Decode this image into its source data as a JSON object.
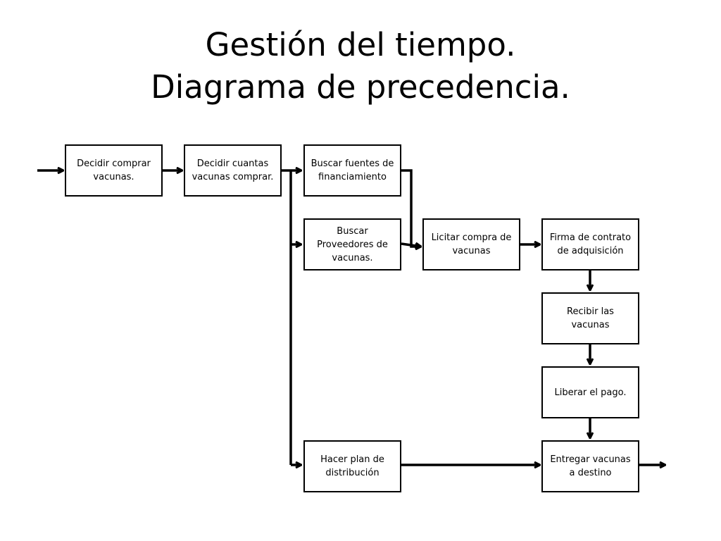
{
  "title": {
    "line1": "Gestión del tiempo.",
    "line2": "Diagrama de precedencia."
  },
  "activities": [
    {
      "id": "decidir-comprar",
      "label": "Decidir comprar vacunas."
    },
    {
      "id": "decidir-cuantas",
      "label": "Decidir cuantas vacunas comprar."
    },
    {
      "id": "buscar-fuentes",
      "label": "Buscar fuentes de financiamiento"
    },
    {
      "id": "buscar-proveedores",
      "label": "Buscar Proveedores de vacunas."
    },
    {
      "id": "licitar-compra",
      "label": "Licitar compra de vacunas"
    },
    {
      "id": "firma-contrato",
      "label": "Firma de contrato de adquisición"
    },
    {
      "id": "recibir-vacunas",
      "label": "Recibir las vacunas"
    },
    {
      "id": "liberar-pago",
      "label": "Liberar el pago."
    },
    {
      "id": "hacer-plan",
      "label": "Hacer plan de distribución"
    },
    {
      "id": "entregar-vacunas",
      "label": "Entregar vacunas a destino"
    }
  ],
  "connections": [
    {
      "from": "start",
      "to": "decidir-comprar"
    },
    {
      "from": "decidir-comprar",
      "to": "decidir-cuantas"
    },
    {
      "from": "decidir-cuantas",
      "to": "buscar-fuentes"
    },
    {
      "from": "decidir-cuantas",
      "to": "buscar-proveedores"
    },
    {
      "from": "decidir-cuantas",
      "to": "hacer-plan"
    },
    {
      "from": "buscar-fuentes",
      "to": "licitar-compra"
    },
    {
      "from": "buscar-proveedores",
      "to": "licitar-compra"
    },
    {
      "from": "licitar-compra",
      "to": "firma-contrato"
    },
    {
      "from": "firma-contrato",
      "to": "recibir-vacunas"
    },
    {
      "from": "recibir-vacunas",
      "to": "liberar-pago"
    },
    {
      "from": "liberar-pago",
      "to": "entregar-vacunas"
    },
    {
      "from": "hacer-plan",
      "to": "entregar-vacunas"
    },
    {
      "from": "entregar-vacunas",
      "to": "end"
    }
  ]
}
